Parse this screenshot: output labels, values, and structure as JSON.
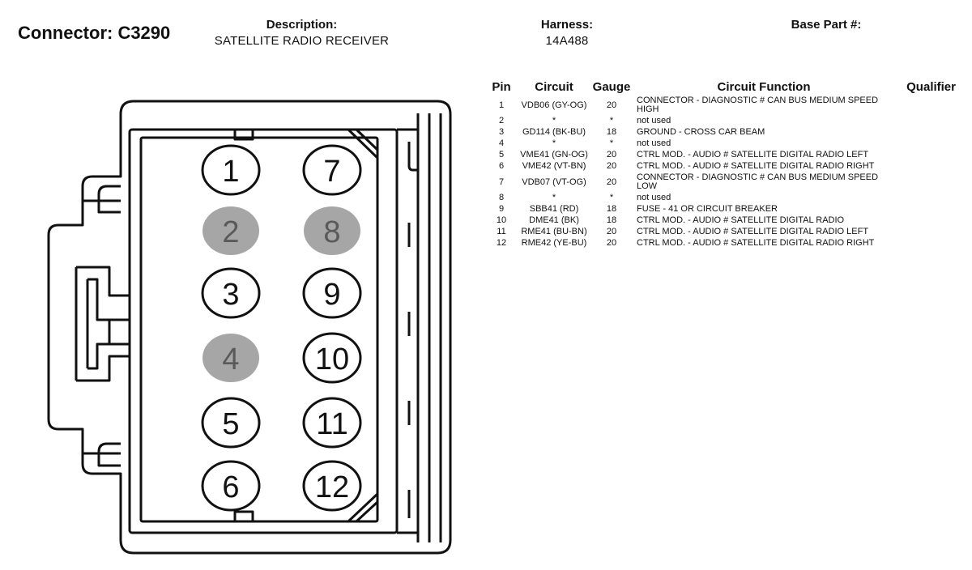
{
  "header": {
    "connector_title": "Connector: C3290",
    "description_label": "Description:",
    "description_value": "SATELLITE RADIO RECEIVER",
    "harness_label": "Harness:",
    "harness_value": "14A488",
    "base_part_label": "Base Part #:",
    "base_part_value": ""
  },
  "connector": {
    "colors": {
      "outline": "#111111",
      "used_pin_fill": "#ffffff",
      "unused_pin_fill": "#a6a6a6",
      "unused_pin_text": "#5a5a5a"
    },
    "pins": [
      {
        "num": "1",
        "used": true
      },
      {
        "num": "2",
        "used": false
      },
      {
        "num": "3",
        "used": true
      },
      {
        "num": "4",
        "used": false
      },
      {
        "num": "5",
        "used": true
      },
      {
        "num": "6",
        "used": true
      },
      {
        "num": "7",
        "used": true
      },
      {
        "num": "8",
        "used": false
      },
      {
        "num": "9",
        "used": true
      },
      {
        "num": "10",
        "used": true
      },
      {
        "num": "11",
        "used": true
      },
      {
        "num": "12",
        "used": true
      }
    ]
  },
  "table": {
    "headers": {
      "pin": "Pin",
      "circuit": "Circuit",
      "gauge": "Gauge",
      "function": "Circuit Function",
      "qualifier": "Qualifier"
    },
    "rows": [
      {
        "pin": "1",
        "circuit": "VDB06 (GY-OG)",
        "gauge": "20",
        "function": "CONNECTOR - DIAGNOSTIC # CAN BUS MEDIUM SPEED HIGH",
        "qualifier": ""
      },
      {
        "pin": "2",
        "circuit": "*",
        "gauge": "*",
        "function": "not used",
        "qualifier": ""
      },
      {
        "pin": "3",
        "circuit": "GD114 (BK-BU)",
        "gauge": "18",
        "function": "GROUND - CROSS CAR BEAM",
        "qualifier": ""
      },
      {
        "pin": "4",
        "circuit": "*",
        "gauge": "*",
        "function": "not used",
        "qualifier": ""
      },
      {
        "pin": "5",
        "circuit": "VME41 (GN-OG)",
        "gauge": "20",
        "function": "CTRL MOD. - AUDIO # SATELLITE DIGITAL RADIO LEFT",
        "qualifier": ""
      },
      {
        "pin": "6",
        "circuit": "VME42 (VT-BN)",
        "gauge": "20",
        "function": "CTRL MOD. - AUDIO # SATELLITE DIGITAL RADIO RIGHT",
        "qualifier": ""
      },
      {
        "pin": "7",
        "circuit": "VDB07 (VT-OG)",
        "gauge": "20",
        "function": "CONNECTOR - DIAGNOSTIC # CAN BUS MEDIUM SPEED LOW",
        "qualifier": ""
      },
      {
        "pin": "8",
        "circuit": "*",
        "gauge": "*",
        "function": "not used",
        "qualifier": ""
      },
      {
        "pin": "9",
        "circuit": "SBB41 (RD)",
        "gauge": "18",
        "function": "FUSE - 41 OR CIRCUIT BREAKER",
        "qualifier": ""
      },
      {
        "pin": "10",
        "circuit": "DME41 (BK)",
        "gauge": "18",
        "function": "CTRL MOD. - AUDIO # SATELLITE DIGITAL RADIO",
        "qualifier": ""
      },
      {
        "pin": "11",
        "circuit": "RME41 (BU-BN)",
        "gauge": "20",
        "function": "CTRL MOD. - AUDIO # SATELLITE DIGITAL RADIO LEFT",
        "qualifier": ""
      },
      {
        "pin": "12",
        "circuit": "RME42 (YE-BU)",
        "gauge": "20",
        "function": "CTRL MOD. - AUDIO # SATELLITE DIGITAL RADIO RIGHT",
        "qualifier": ""
      }
    ]
  }
}
